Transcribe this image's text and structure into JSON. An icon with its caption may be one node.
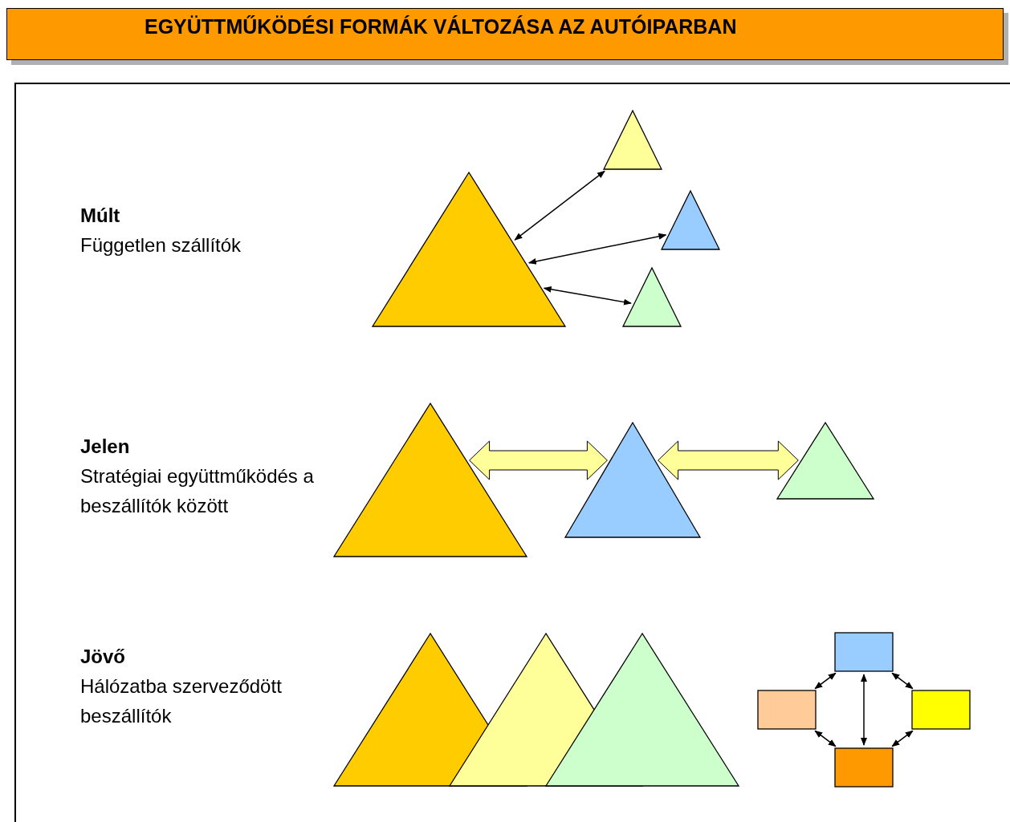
{
  "diagram": {
    "title": "EGYÜTTMŰKÖDÉSI FORMÁK VÁLTOZÁSA AZ AUTÓIPARBAN",
    "nodes": [
      {
        "text": [],
        "shape": "triangle"
      },
      {
        "text": [],
        "shape": "triangle"
      },
      {
        "text": [],
        "shape": "triangle"
      },
      {
        "text": [],
        "shape": "triangle"
      },
      {
        "text": [],
        "shape": "triangle"
      },
      {
        "text": [],
        "shape": "triangle"
      },
      {
        "text": [],
        "shape": "triangle"
      },
      {
        "text": [],
        "shape": "triangle"
      },
      {
        "text": [],
        "shape": "triangle"
      },
      {
        "text": [],
        "shape": "triangle"
      },
      {
        "text": [],
        "shape": "box"
      },
      {
        "text": [],
        "shape": "box"
      },
      {
        "text": [],
        "shape": "box"
      },
      {
        "text": [],
        "shape": "box"
      }
    ],
    "edges": [
      {
        "from": 0,
        "to": 1,
        "arrow": "both"
      },
      {
        "from": 0,
        "to": 2,
        "arrow": "both"
      },
      {
        "from": 0,
        "to": 3,
        "arrow": "both"
      },
      {
        "from": 4,
        "to": 5,
        "arrow": "both",
        "style": "thick",
        "color": "#ffff99"
      },
      {
        "from": 5,
        "to": 6,
        "arrow": "both",
        "style": "thick",
        "color": "#ffff99"
      },
      {
        "from": 11,
        "to": 10,
        "arrow": "both"
      },
      {
        "from": 10,
        "to": 12,
        "arrow": "both"
      },
      {
        "from": 10,
        "to": 13,
        "arrow": "both"
      },
      {
        "from": 11,
        "to": 13,
        "arrow": "both"
      },
      {
        "from": 13,
        "to": 12,
        "arrow": "both"
      }
    ],
    "labels": [
      "Múlt",
      "Független szállítók",
      "Jelen",
      "Stratégiai együttműködés a beszállítók között",
      "Jövő",
      "Hálózatba szerveződött beszállítók"
    ]
  }
}
